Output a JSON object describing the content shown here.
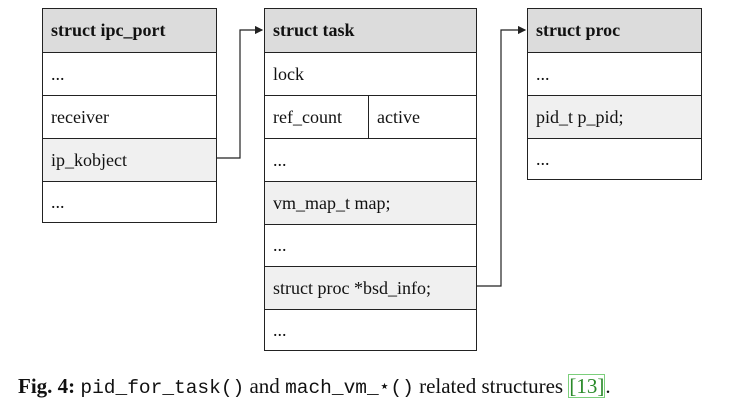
{
  "ipc_port": {
    "title": "struct ipc_port",
    "rows": [
      "...",
      "receiver",
      "ip_kobject",
      "..."
    ]
  },
  "task": {
    "title": "struct task",
    "row_lock": "lock",
    "row_ref_count": "ref_count",
    "row_active": "active",
    "row_dots1": "...",
    "row_vm_map": "vm_map_t map;",
    "row_dots2": "...",
    "row_bsd_info": "struct proc *bsd_info;",
    "row_dots3": "..."
  },
  "proc": {
    "title": "struct proc",
    "rows": [
      "...",
      "pid_t  p_pid;",
      "..."
    ]
  },
  "caption": {
    "label": "Fig. 4:",
    "code1": "pid_for_task()",
    "and": "and",
    "code2": "mach_vm_⋆()",
    "tail": "related structures",
    "ref": "[13]",
    "end": "."
  }
}
